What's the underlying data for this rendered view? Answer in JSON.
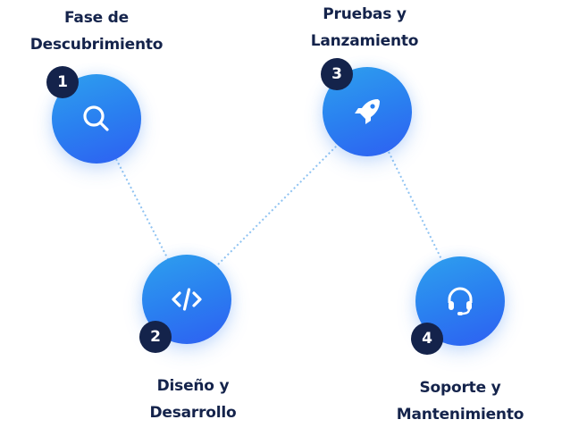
{
  "diagram": {
    "accent_color": "#2a80f0",
    "badge_color": "#14234b",
    "connector_color": "#8fc3f2",
    "steps": [
      {
        "number": "1",
        "title_line1": "Fase de",
        "title_line2": "Descubrimiento",
        "icon": "search-icon"
      },
      {
        "number": "2",
        "title_line1": "Diseño y",
        "title_line2": "Desarrollo",
        "icon": "code-icon"
      },
      {
        "number": "3",
        "title_line1": "Pruebas y",
        "title_line2": "Lanzamiento",
        "icon": "rocket-icon"
      },
      {
        "number": "4",
        "title_line1": "Soporte y",
        "title_line2": "Mantenimiento",
        "icon": "headset-icon"
      }
    ]
  }
}
